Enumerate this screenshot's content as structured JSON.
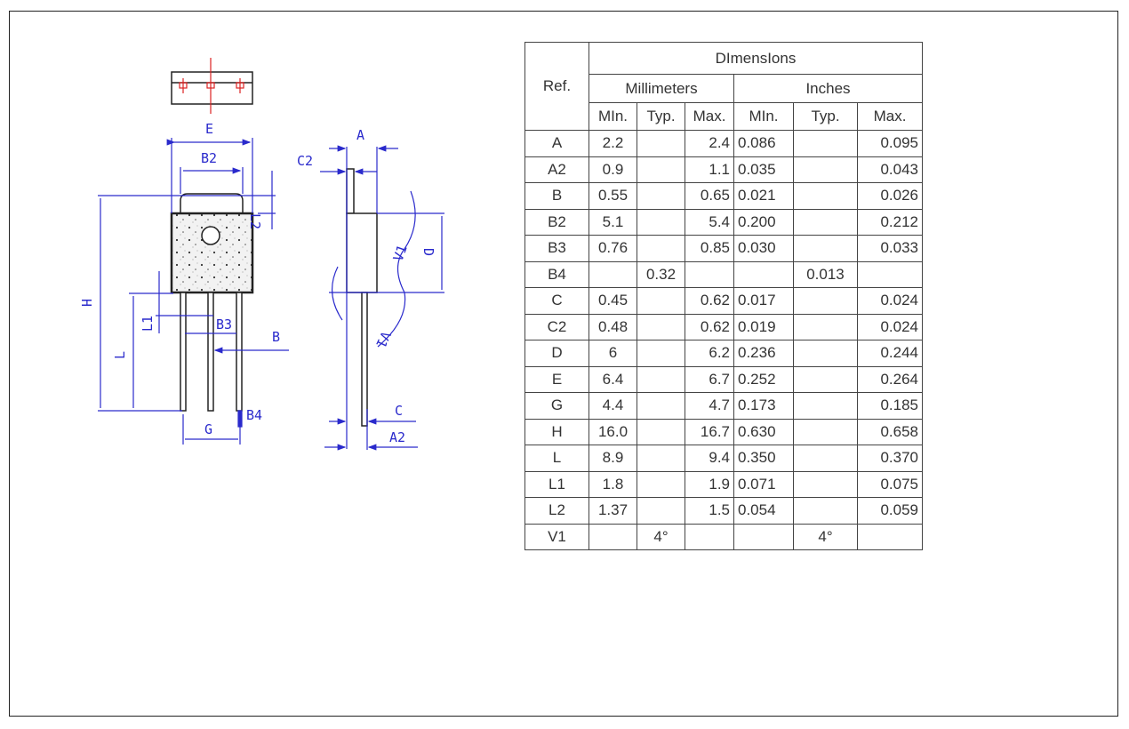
{
  "drawing": {
    "labels": {
      "E": "E",
      "B2": "B2",
      "C2": "C2",
      "A": "A",
      "L2": "L2",
      "H": "H",
      "L1": "L1",
      "B3": "B3",
      "B": "B",
      "L": "L",
      "G": "G",
      "B4": "B4",
      "V1_top": "V1",
      "V1_bottom": "V1",
      "D": "D",
      "C": "C",
      "A2": "A2"
    },
    "colors": {
      "dimension": "#2a2acc",
      "centerline": "#dd2222",
      "outline": "#222222"
    }
  },
  "table": {
    "ref_header": "Ref.",
    "dimensions_header": "DImensIons",
    "mm_header": "Millimeters",
    "in_header": "Inches",
    "sub_headers": [
      "MIn.",
      "Typ.",
      "Max.",
      "MIn.",
      "Typ.",
      "Max."
    ],
    "rows": [
      [
        "A",
        "2.2",
        "",
        "2.4",
        "0.086",
        "",
        "0.095"
      ],
      [
        "A2",
        "0.9",
        "",
        "1.1",
        "0.035",
        "",
        "0.043"
      ],
      [
        "B",
        "0.55",
        "",
        "0.65",
        "0.021",
        "",
        "0.026"
      ],
      [
        "B2",
        "5.1",
        "",
        "5.4",
        "0.200",
        "",
        "0.212"
      ],
      [
        "B3",
        "0.76",
        "",
        "0.85",
        "0.030",
        "",
        "0.033"
      ],
      [
        "B4",
        "",
        "0.32",
        "",
        "",
        "0.013",
        ""
      ],
      [
        "C",
        "0.45",
        "",
        "0.62",
        "0.017",
        "",
        "0.024"
      ],
      [
        "C2",
        "0.48",
        "",
        "0.62",
        "0.019",
        "",
        "0.024"
      ],
      [
        "D",
        "6",
        "",
        "6.2",
        "0.236",
        "",
        "0.244"
      ],
      [
        "E",
        "6.4",
        "",
        "6.7",
        "0.252",
        "",
        "0.264"
      ],
      [
        "G",
        "4.4",
        "",
        "4.7",
        "0.173",
        "",
        "0.185"
      ],
      [
        "H",
        "16.0",
        "",
        "16.7",
        "0.630",
        "",
        "0.658"
      ],
      [
        "L",
        "8.9",
        "",
        "9.4",
        "0.350",
        "",
        "0.370"
      ],
      [
        "L1",
        "1.8",
        "",
        "1.9",
        "0.071",
        "",
        "0.075"
      ],
      [
        "L2",
        "1.37",
        "",
        "1.5",
        "0.054",
        "",
        "0.059"
      ],
      [
        "V1",
        "",
        "4°",
        "",
        "",
        "4°",
        ""
      ]
    ]
  }
}
